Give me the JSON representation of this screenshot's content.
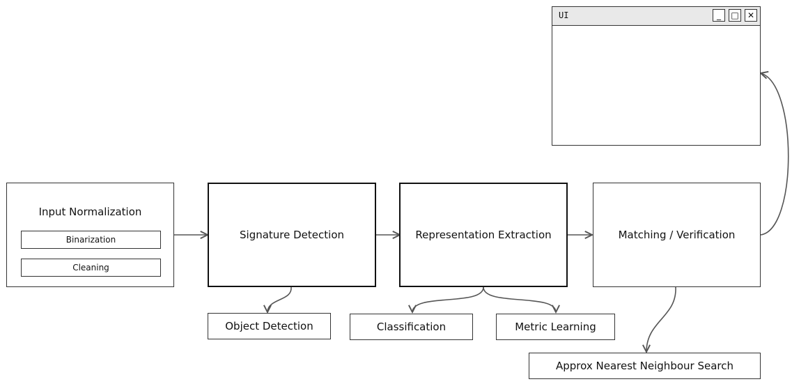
{
  "stages": {
    "input_normalization": {
      "title": "Input Normalization",
      "steps": [
        "Binarization",
        "Cleaning"
      ]
    },
    "signature_detection": {
      "title": "Signature Detection"
    },
    "representation_extraction": {
      "title": "Representation Extraction"
    },
    "matching_verification": {
      "title": "Matching / Verification"
    }
  },
  "sub_methods": {
    "object_detection": "Object Detection",
    "classification": "Classification",
    "metric_learning": "Metric Learning",
    "approx_nn_search": "Approx Nearest Neighbour Search"
  },
  "ui_window": {
    "title": "UI",
    "controls": {
      "minimize": "_",
      "maximize": "□",
      "close": "✕"
    }
  }
}
